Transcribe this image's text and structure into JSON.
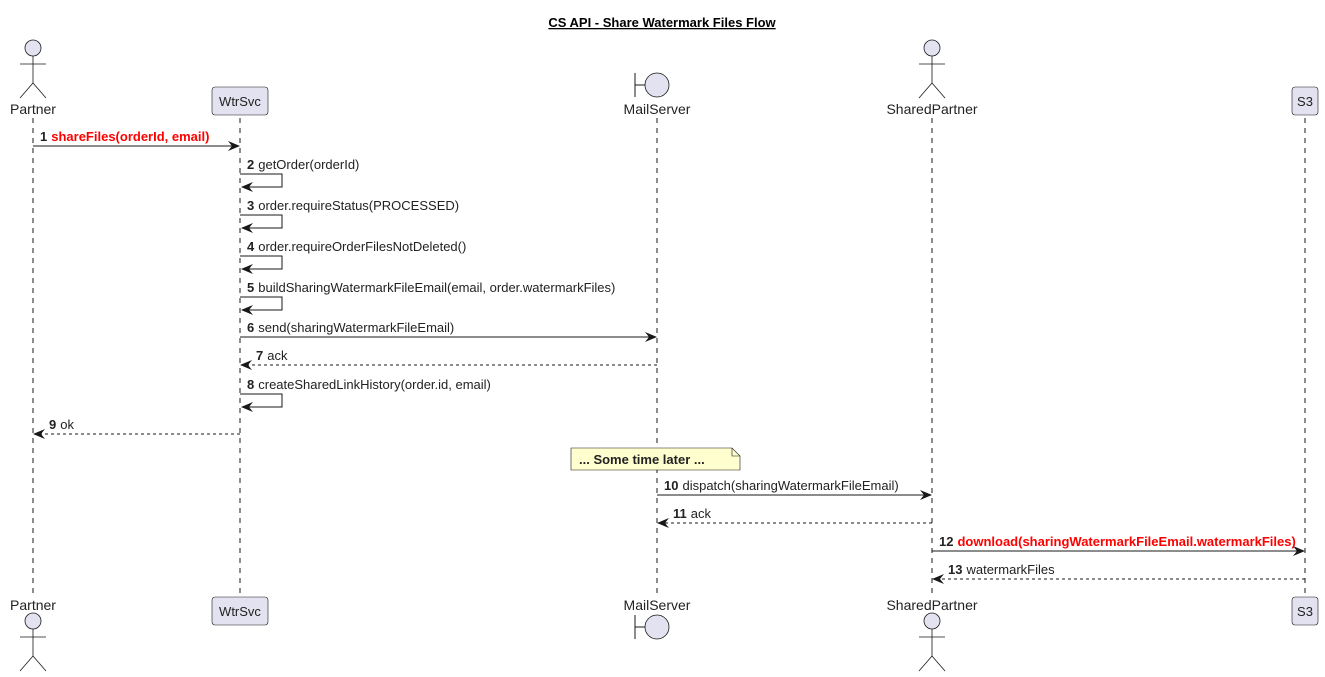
{
  "diagram": {
    "title": "CS API - Share Watermark Files Flow",
    "participants": [
      {
        "id": "partner",
        "label": "Partner",
        "shape": "actor"
      },
      {
        "id": "wtrsvc",
        "label": "WtrSvc",
        "shape": "participant"
      },
      {
        "id": "mailserver",
        "label": "MailServer",
        "shape": "boundary"
      },
      {
        "id": "sharedpartner",
        "label": "SharedPartner",
        "shape": "actor"
      },
      {
        "id": "s3",
        "label": "S3",
        "shape": "participant"
      }
    ],
    "messages": [
      {
        "num": "1",
        "text": "shareFiles(orderId, email)",
        "from": "partner",
        "to": "wtrsvc",
        "style": "solid",
        "highlight": true
      },
      {
        "num": "2",
        "text": "getOrder(orderId)",
        "from": "wtrsvc",
        "to": "wtrsvc",
        "style": "solid",
        "highlight": false
      },
      {
        "num": "3",
        "text": "order.requireStatus(PROCESSED)",
        "from": "wtrsvc",
        "to": "wtrsvc",
        "style": "solid",
        "highlight": false
      },
      {
        "num": "4",
        "text": "order.requireOrderFilesNotDeleted()",
        "from": "wtrsvc",
        "to": "wtrsvc",
        "style": "solid",
        "highlight": false
      },
      {
        "num": "5",
        "text": "buildSharingWatermarkFileEmail(email, order.watermarkFiles)",
        "from": "wtrsvc",
        "to": "wtrsvc",
        "style": "solid",
        "highlight": false
      },
      {
        "num": "6",
        "text": "send(sharingWatermarkFileEmail)",
        "from": "wtrsvc",
        "to": "mailserver",
        "style": "solid",
        "highlight": false
      },
      {
        "num": "7",
        "text": "ack",
        "from": "mailserver",
        "to": "wtrsvc",
        "style": "dashed",
        "highlight": false
      },
      {
        "num": "8",
        "text": "createSharedLinkHistory(order.id, email)",
        "from": "wtrsvc",
        "to": "wtrsvc",
        "style": "solid",
        "highlight": false
      },
      {
        "num": "9",
        "text": "ok",
        "from": "wtrsvc",
        "to": "partner",
        "style": "dashed",
        "highlight": false
      },
      {
        "num": "10",
        "text": "dispatch(sharingWatermarkFileEmail)",
        "from": "mailserver",
        "to": "sharedpartner",
        "style": "solid",
        "highlight": false
      },
      {
        "num": "11",
        "text": "ack",
        "from": "sharedpartner",
        "to": "mailserver",
        "style": "dashed",
        "highlight": false
      },
      {
        "num": "12",
        "text": "download(sharingWatermarkFileEmail.watermarkFiles)",
        "from": "sharedpartner",
        "to": "s3",
        "style": "solid",
        "highlight": true
      },
      {
        "num": "13",
        "text": "watermarkFiles",
        "from": "s3",
        "to": "sharedpartner",
        "style": "dashed",
        "highlight": false
      }
    ],
    "note": {
      "text": "... Some time later ...",
      "over": "mailserver"
    },
    "colors": {
      "participant_fill": "#e2e2f0",
      "participant_border": "#181818",
      "highlight": "#ff0000",
      "note_fill": "#fefece",
      "lifeline": "#181818"
    }
  }
}
